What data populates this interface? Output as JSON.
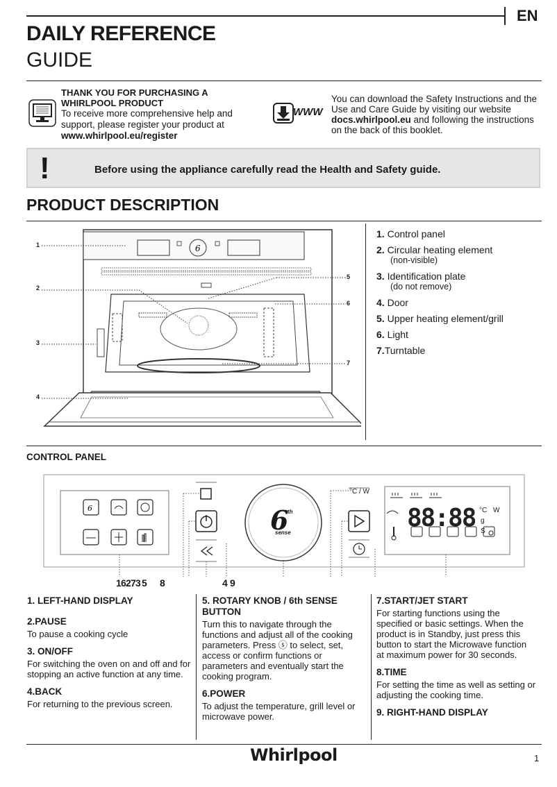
{
  "header": {
    "title": "DAILY REFERENCE",
    "subtitle": "GUIDE",
    "language": "EN"
  },
  "intro": {
    "thanks_title": "THANK YOU FOR PURCHASING A WHIRLPOOL PRODUCT",
    "thanks_body": "To receive more comprehensive help and support, please register your product at",
    "register_url": "www.whirlpool.eu/register",
    "download_pre": "You can download the Safety Instructions and the Use and Care Guide by visiting our website",
    "docs_url": "docs.whirlpool.eu",
    "download_post": "and following the instructions on the back of this booklet.",
    "www_label": "WWW"
  },
  "warning": {
    "symbol": "!",
    "text": "Before using the appliance carefully read the Health and Safety guide."
  },
  "product_description": {
    "title": "PRODUCT DESCRIPTION",
    "callouts": [
      "1",
      "2",
      "3",
      "4",
      "5",
      "6",
      "7"
    ],
    "parts": [
      {
        "num": "1.",
        "label": "Control panel",
        "note": ""
      },
      {
        "num": "2.",
        "label": "Circular heating element",
        "note": "(non-visible)"
      },
      {
        "num": "3.",
        "label": "Identification plate",
        "note": "(do not remove)"
      },
      {
        "num": "4.",
        "label": "Door",
        "note": ""
      },
      {
        "num": "5.",
        "label": "Upper heating element/grill",
        "note": ""
      },
      {
        "num": "6.",
        "label": "Light",
        "note": ""
      },
      {
        "num": "7.",
        "label": "Turntable",
        "note": ""
      }
    ]
  },
  "control_panel": {
    "title": "CONTROL PANEL",
    "knob_text": "6",
    "knob_sup": "th",
    "knob_sense": "sense",
    "temp_unit_label": "°C / W",
    "display_digits": "88:88",
    "unit_c": "°C",
    "unit_w": "W",
    "unit_g": "g",
    "unit_s": "S",
    "callout_numbers": [
      "1",
      "6",
      "2",
      "7",
      "3",
      "5",
      "8",
      "4",
      "9"
    ]
  },
  "descriptions": {
    "col1": [
      {
        "title": "1. LEFT-HAND DISPLAY",
        "text": ""
      },
      {
        "title": "2.PAUSE",
        "text": "To pause a cooking cycle"
      },
      {
        "title": "3. ON/OFF",
        "text": "For switching the oven on and off and for stopping an active function at any time."
      },
      {
        "title": "4.BACK",
        "text": "For returning to the previous screen."
      }
    ],
    "col2": [
      {
        "title": "5. ROTARY KNOB / 6th SENSE BUTTON",
        "text": "Turn this to navigate through the functions and adjust all of the cooking parameters. Press ⓢ to select, set, access or confirm functions or parameters and eventually start the cooking program."
      },
      {
        "title": "6.POWER",
        "text": "To adjust the temperature, grill level or microwave power."
      }
    ],
    "col3": [
      {
        "title": "7.START/JET START",
        "text": "For starting functions using the specified or basic settings. When the product is in Standby, just press this button to start the Microwave function at maximum power for 30 seconds."
      },
      {
        "title": "8.TIME",
        "text": "For setting the time as well as setting or adjusting the cooking time."
      },
      {
        "title": "9. RIGHT-HAND DISPLAY",
        "text": ""
      }
    ]
  },
  "footer": {
    "brand": "Whirlpool",
    "page": "1"
  }
}
